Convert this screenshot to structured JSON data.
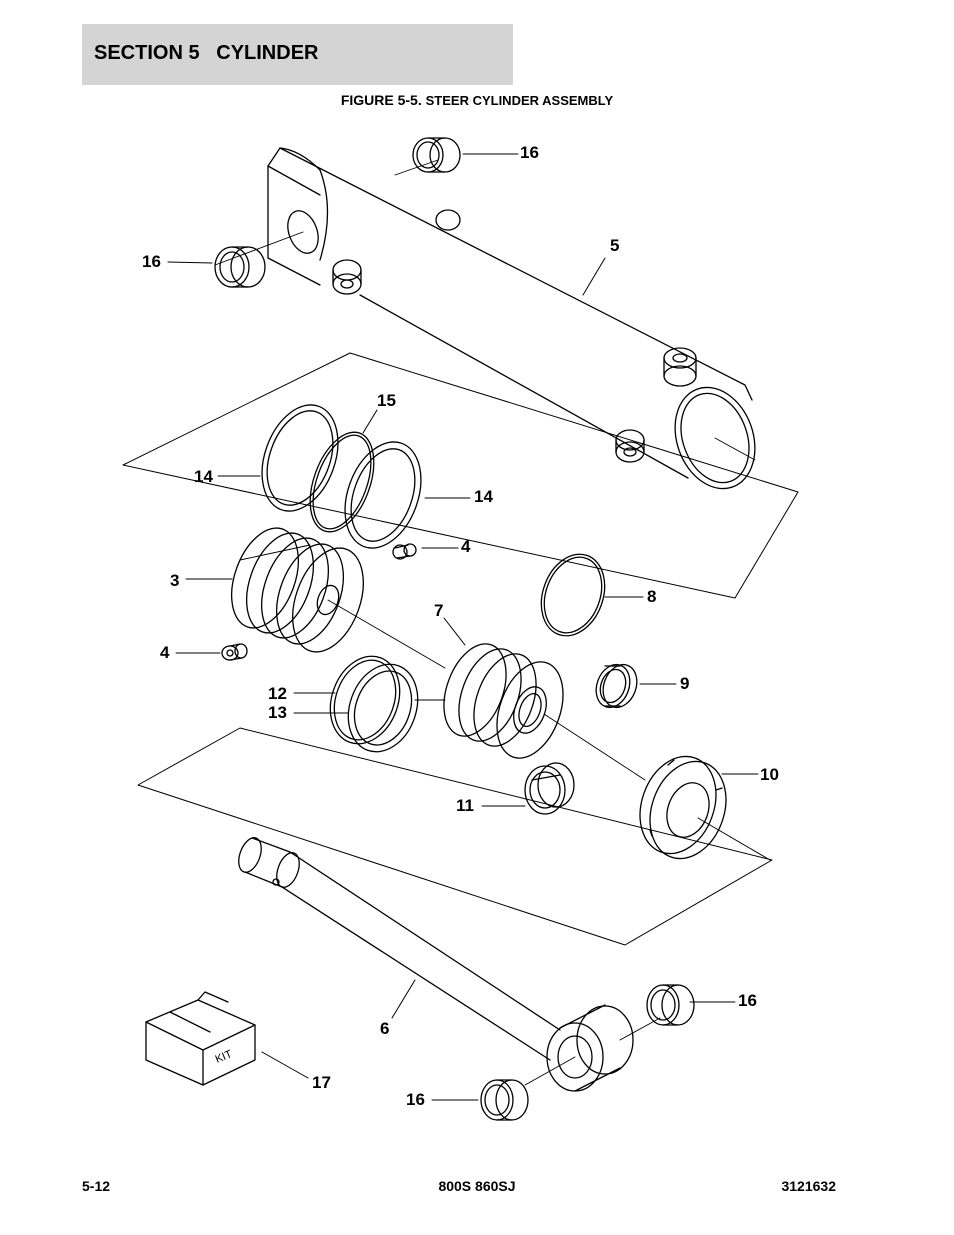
{
  "header": {
    "section_title": "SECTION 5   CYLINDER"
  },
  "figure": {
    "label": "FIGURE 5-5.",
    "name": "STEER CYLINDER ASSEMBLY"
  },
  "callouts": {
    "c16_top": "16",
    "c16_left": "16",
    "c5": "5",
    "c15": "15",
    "c14_left": "14",
    "c14_right": "14",
    "c4_right": "4",
    "c3": "3",
    "c8": "8",
    "c7": "7",
    "c4_left": "4",
    "c9": "9",
    "c12": "12",
    "c13": "13",
    "c10": "10",
    "c11": "11",
    "c16_rod_right": "16",
    "c6": "6",
    "c17": "17",
    "c16_rod_bottom": "16"
  },
  "kit_box": {
    "label": "KIT"
  },
  "footer": {
    "page_number": "5-12",
    "model": "800S 860SJ",
    "doc_number": "3121632"
  }
}
